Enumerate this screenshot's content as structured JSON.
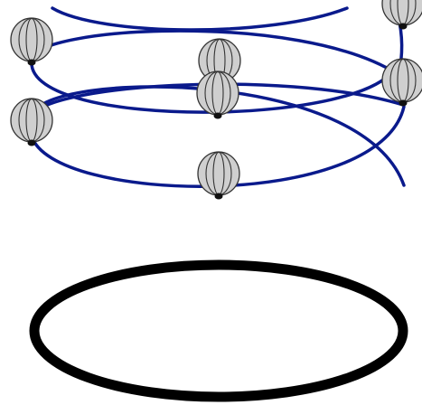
{
  "diagram": {
    "colors": {
      "helix": "#0a1a8c",
      "bead_fill": "#cfcfcf",
      "bead_stroke": "#333333",
      "bead_dot": "#111111",
      "ring": "#000000",
      "background": "#ffffff"
    },
    "beads": [
      {
        "name": "bead-top-left"
      },
      {
        "name": "bead-top-center"
      },
      {
        "name": "bead-top-right-partial"
      },
      {
        "name": "bead-middle-right"
      },
      {
        "name": "bead-middle-center"
      },
      {
        "name": "bead-middle-left"
      },
      {
        "name": "bead-bottom-center"
      }
    ]
  }
}
